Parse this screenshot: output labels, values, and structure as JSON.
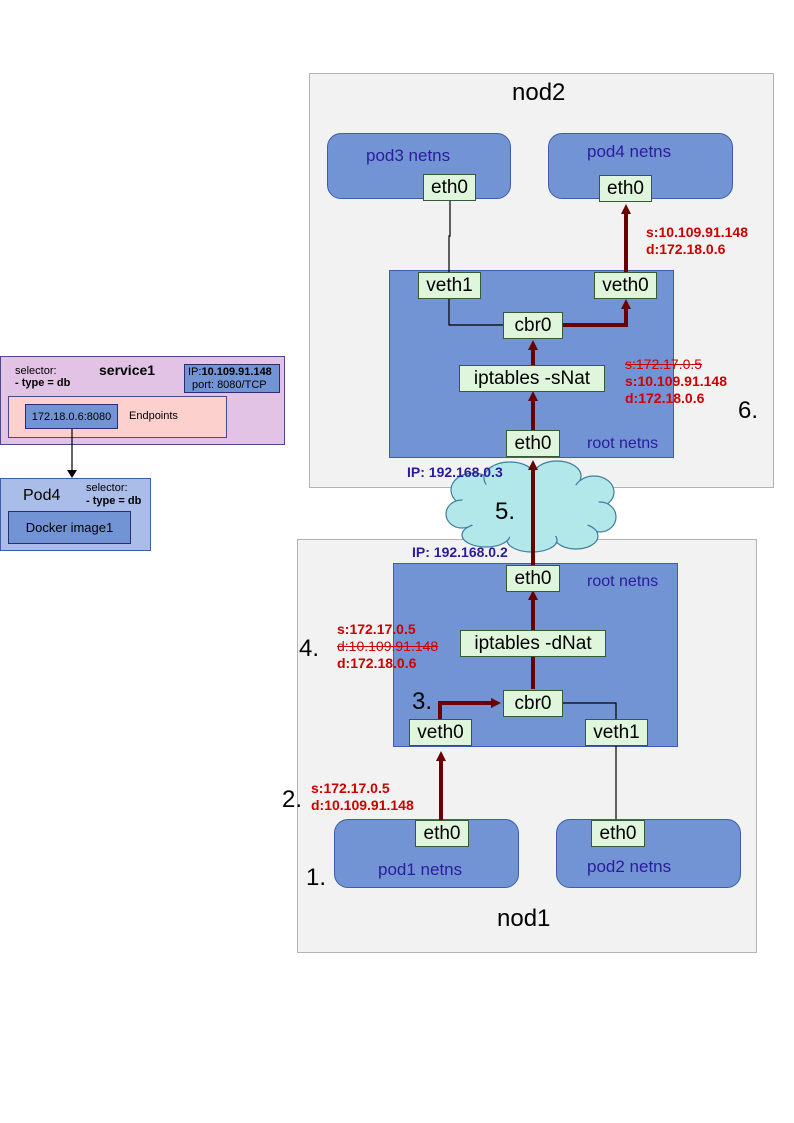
{
  "nod2": {
    "title": "nod2",
    "pod3": {
      "label": "pod3 netns",
      "eth": "eth0"
    },
    "pod4": {
      "label": "pod4 netns",
      "eth": "eth0"
    },
    "root": {
      "label": "root netns",
      "veth1": "veth1",
      "veth0": "veth0",
      "cbr": "cbr0",
      "iptables": "iptables -sNat",
      "eth": "eth0"
    },
    "ip": "IP: 192.168.0.3",
    "packet_top": {
      "s": "s:10.109.91.148",
      "d": "d:172.18.0.6"
    },
    "packet_snat": {
      "s_old": "s:172.17.0.5",
      "s_new": "s:10.109.91.148",
      "d": "d:172.18.0.6"
    },
    "step": "6."
  },
  "cloud": {
    "step": "5."
  },
  "nod1": {
    "title": "nod1",
    "ip": "IP: 192.168.0.2",
    "root": {
      "label": "root netns",
      "eth": "eth0",
      "iptables": "iptables -dNat",
      "cbr": "cbr0",
      "veth0": "veth0",
      "veth1": "veth1"
    },
    "pod1": {
      "label": "pod1 netns",
      "eth": "eth0"
    },
    "pod2": {
      "label": "pod2 netns",
      "eth": "eth0"
    },
    "packet_dnat": {
      "s": "s:172.17.0.5",
      "d_old": "d:10.109.91.148",
      "d_new": "d:172.18.0.6"
    },
    "packet_src": {
      "s": "s:172.17.0.5",
      "d": "d:10.109.91.148"
    },
    "steps": {
      "s1": "1.",
      "s2": "2.",
      "s3": "3.",
      "s4": "4."
    }
  },
  "service": {
    "selector_label": "selector:",
    "selector_value": "- type = db",
    "name": "service1",
    "ip_prefix": "IP:",
    "ip_value": "10.109.91.148",
    "port": "port: 8080/TCP",
    "endpoint_ip": "172.18.0.6:8080",
    "endpoints_label": "Endpoints"
  },
  "pod4_card": {
    "title": "Pod4",
    "selector_label": "selector:",
    "selector_value": "- type = db",
    "docker": "Docker image1"
  },
  "colors": {
    "arrow": "#6b0000",
    "netns": "#7294d4",
    "iface": "#dff5dc",
    "red_text": "#cc0000",
    "purple_text": "#2b1c9c"
  }
}
